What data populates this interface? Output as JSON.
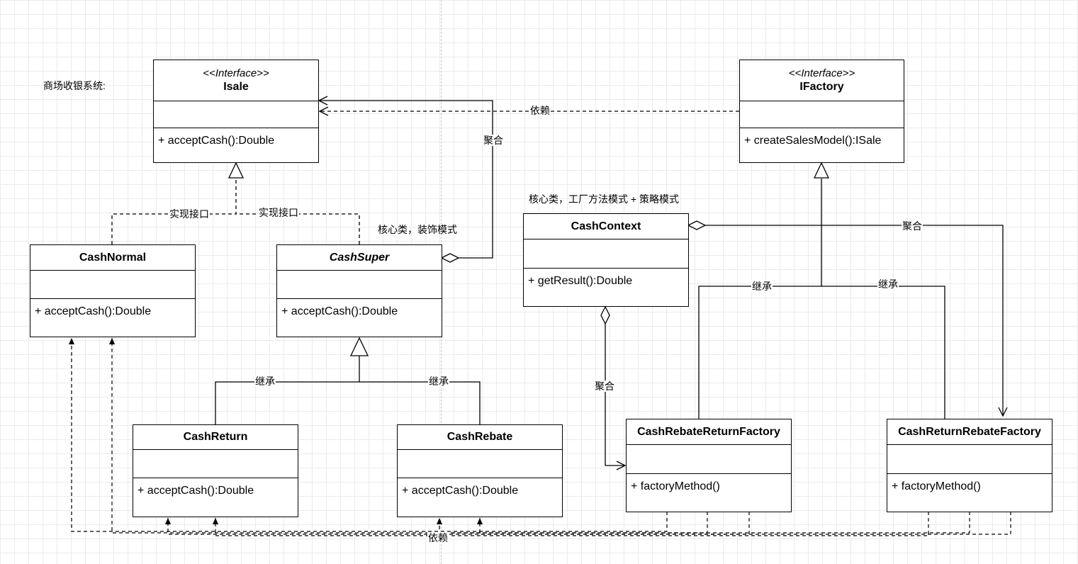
{
  "title_note": "商场收银系统:",
  "notes": {
    "core_decorator": "核心类，装饰模式",
    "core_factory_strategy": "核心类，工厂方法模式 + 策略模式"
  },
  "classes": {
    "isale": {
      "stereotype": "<<Interface>>",
      "name": "Isale",
      "operation": "+ acceptCash():Double"
    },
    "ifactory": {
      "stereotype": "<<Interface>>",
      "name": "IFactory",
      "operation": "+ createSalesModel():ISale"
    },
    "cash_normal": {
      "name": "CashNormal",
      "operation": "+ acceptCash():Double"
    },
    "cash_super": {
      "name": "CashSuper",
      "operation": "+ acceptCash():Double"
    },
    "cash_context": {
      "name": "CashContext",
      "operation": "+ getResult():Double"
    },
    "cash_return": {
      "name": "CashReturn",
      "operation": "+ acceptCash():Double"
    },
    "cash_rebate": {
      "name": "CashRebate",
      "operation": "+ acceptCash():Double"
    },
    "cash_rebate_return_factory": {
      "name": "CashRebateReturnFactory",
      "operation": "+ factoryMethod()"
    },
    "cash_return_rebate_factory": {
      "name": "CashReturnRebateFactory",
      "operation": "+ factoryMethod()"
    }
  },
  "edge_labels": {
    "implement_normal": "实现接口",
    "implement_super": "实现接口",
    "aggregation_super": "聚合",
    "dependency_ifactory": "依赖",
    "aggregation_context_factory": "聚合",
    "aggregation_context_down": "聚合",
    "inherit_cash_return": "继承",
    "inherit_cash_rebate": "继承",
    "inherit_factory_left": "继承",
    "inherit_factory_right": "继承",
    "dependency_bottom": "依赖"
  }
}
